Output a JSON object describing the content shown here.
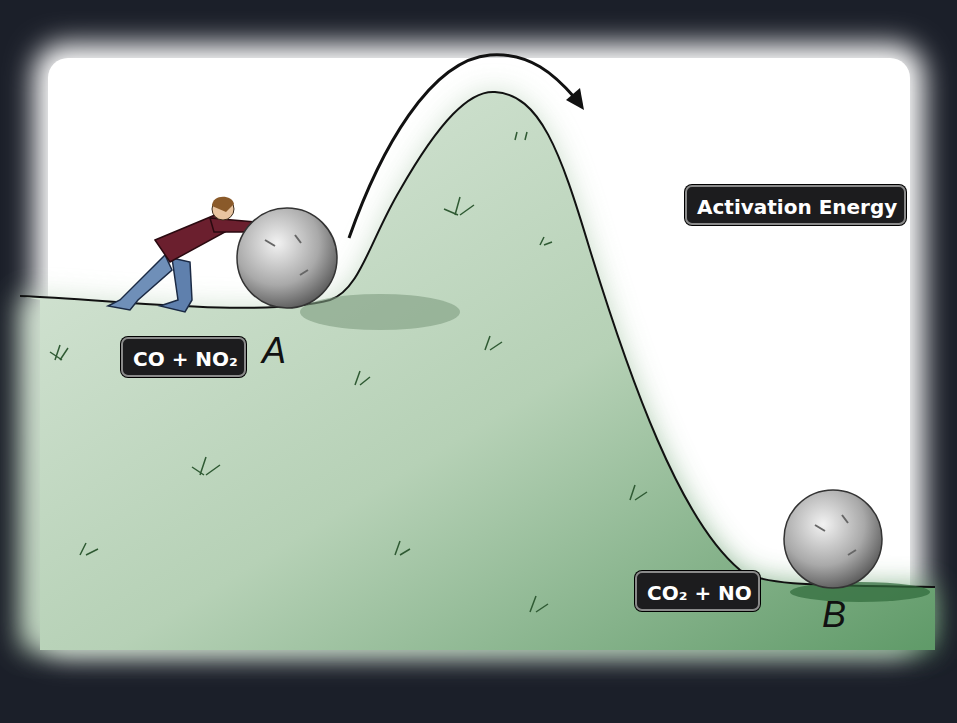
{
  "diagram": {
    "nodes": [
      {
        "text": [
          "CO + NO₂"
        ]
      },
      {
        "text": [
          "Activation Energy"
        ]
      },
      {
        "text": [
          "CO₂ + NO"
        ]
      }
    ],
    "labels": [
      "A",
      "B"
    ]
  }
}
